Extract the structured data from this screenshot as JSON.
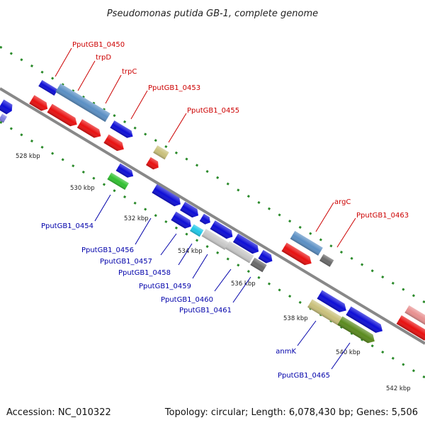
{
  "title": "Pseudomonas putida GB-1, complete genome",
  "footer": {
    "accession": "Accession: NC_010322",
    "topology": "Topology: circular; Length: 6,078,430 bp; Genes: 5,506"
  },
  "colors": {
    "backbone": "#888888",
    "tick": "#2a8a2a",
    "label_red": "#cc0000",
    "label_blue": "#0000aa",
    "blue": "#0d0dd6",
    "steelblue": "#5a8fc4",
    "red": "#e81010",
    "green": "#30c030",
    "khaki": "#c9c07a",
    "olive": "#5a8a1e",
    "lightgray": "#c8c8c8",
    "darkgray": "#6a6a6a",
    "cyan": "#20c8e8",
    "pink": "#e89090",
    "purple": "#8080e0"
  },
  "map": {
    "kbp_labels": [
      "528 kbp",
      "530 kbp",
      "532 kbp",
      "534 kbp",
      "536 kbp",
      "538 kbp",
      "540 kbp",
      "542 kbp"
    ],
    "labels_top": [
      "PputGB1_0450",
      "trpD",
      "trpC",
      "PputGB1_0453",
      "PputGB1_0455",
      "argC",
      "PputGB1_0463"
    ],
    "labels_bottom": [
      "PputGB1_0454",
      "PputGB1_0456",
      "PputGB1_0457",
      "PputGB1_0458",
      "PputGB1_0459",
      "PputGB1_0460",
      "PputGB1_0461",
      "anmK",
      "PputGB1_0465"
    ]
  }
}
